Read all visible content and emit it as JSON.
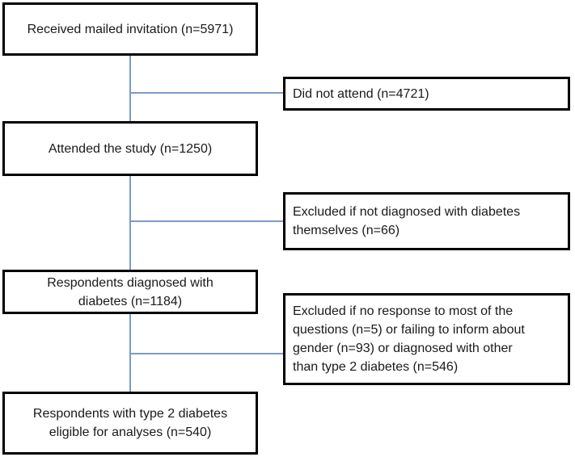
{
  "colors": {
    "connector": "#7a9cc6",
    "box_border": "#000000",
    "box_fill": "#ffffff",
    "text": "#1a1a1a",
    "background": "#ffffff"
  },
  "flow": {
    "main_boxes": [
      {
        "name": "received-invitation",
        "n": 5971,
        "lines": [
          "Received mailed invitation (n=5971)"
        ]
      },
      {
        "name": "attended-study",
        "n": 1250,
        "lines": [
          "Attended the study (n=1250)"
        ]
      },
      {
        "name": "diagnosed-with-diabetes",
        "n": 1184,
        "lines": [
          "Respondents diagnosed with",
          "diabetes (n=1184)"
        ]
      },
      {
        "name": "eligible-for-analyses",
        "n": 540,
        "lines": [
          "Respondents with type 2 diabetes",
          "eligible for analyses (n=540)"
        ]
      }
    ],
    "side_boxes": [
      {
        "name": "did-not-attend",
        "n": 4721,
        "lines": [
          "Did not attend (n=4721)"
        ]
      },
      {
        "name": "excluded-not-diagnosed",
        "n": 66,
        "lines": [
          "Excluded if not diagnosed with diabetes",
          "themselves (n=66)"
        ]
      },
      {
        "name": "excluded-other-reasons",
        "n_values": [
          5,
          93,
          546
        ],
        "lines": [
          "Excluded if no response to most of the",
          "questions (n=5) or failing to inform about",
          "gender (n=93) or diagnosed with other",
          "than type 2 diabetes (n=546)"
        ]
      }
    ]
  }
}
